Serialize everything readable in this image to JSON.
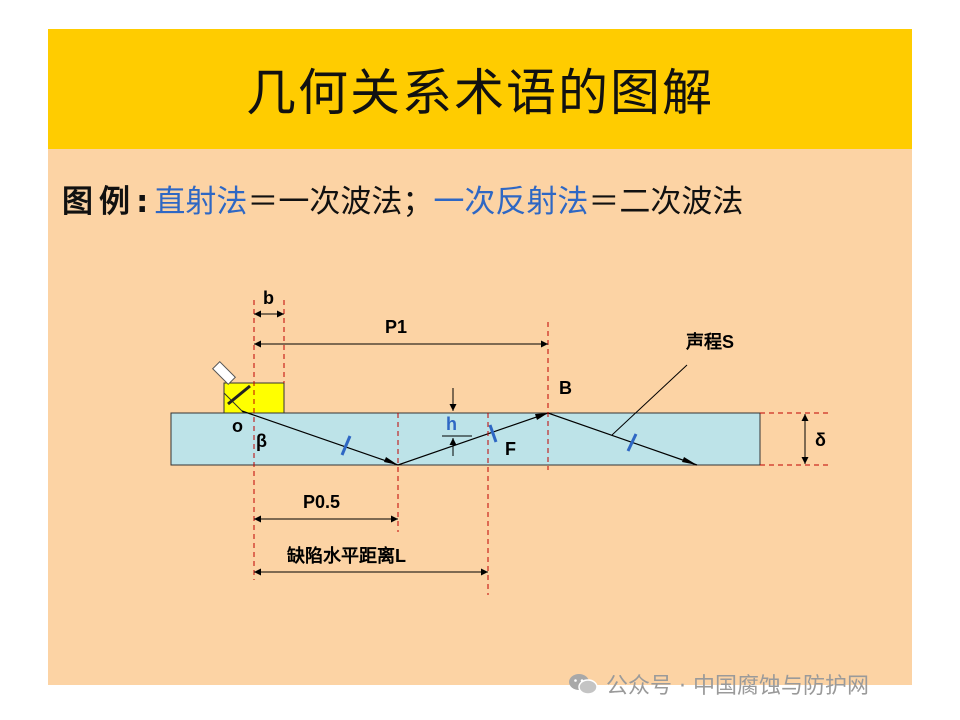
{
  "title": "几何关系术语的图解",
  "legend": {
    "prefix": "图例:",
    "term1": "直射法",
    "eq1": "＝一次波法；",
    "term2": "一次反射法",
    "eq2": "＝二次波法"
  },
  "labels": {
    "b": "b",
    "p1": "P1",
    "sound_path": "声程S",
    "b_point": "B",
    "o": "o",
    "beta": "β",
    "h": "h",
    "f": "F",
    "delta": "δ",
    "p05": "P0.5",
    "defect_distance": "缺陷水平距离L"
  },
  "watermark": "公众号 · 中国腐蚀与防护网",
  "colors": {
    "title_bg": "#ffcc00",
    "panel_bg": "#fcd3a4",
    "plate_fill": "#bde3e8",
    "probe_fill": "#ffff00",
    "accent_blue": "#2e67c4",
    "dim_red": "#c00000"
  }
}
